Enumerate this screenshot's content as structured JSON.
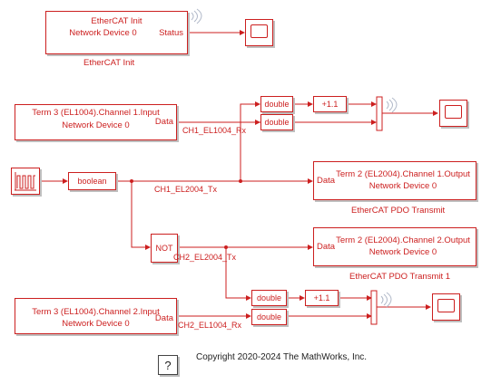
{
  "blocks": {
    "init": {
      "line1": "EtherCAT Init",
      "line2": "Network Device 0",
      "port_out": "Status",
      "caption": "EtherCAT Init"
    },
    "term3_ch1": {
      "line1": "Term 3 (EL1004).Channel 1.Input",
      "line2": "Network Device 0",
      "port_out": "Data"
    },
    "term3_ch2": {
      "line1": "Term 3 (EL1004).Channel 2.Input",
      "line2": "Network Device 0",
      "port_out": "Data"
    },
    "term2_ch1": {
      "line1": "Term 2 (EL2004).Channel 1.Output",
      "line2": "Network Device 0",
      "port_in": "Data",
      "caption": "EtherCAT PDO Transmit"
    },
    "term2_ch2": {
      "line1": "Term 2 (EL2004).Channel 2.Output",
      "line2": "Network Device 0",
      "port_in": "Data",
      "caption": "EtherCAT PDO Transmit 1"
    },
    "double_1a": "double",
    "double_1b": "double",
    "double_2a": "double",
    "double_2b": "double",
    "bias_1": "+1.1",
    "bias_2": "+1.1",
    "boolean": "boolean",
    "not": "NOT"
  },
  "signals": {
    "ch1_rx": "CH1_EL1004_Rx",
    "ch1_tx": "CH1_EL2004_Tx",
    "ch2_tx": "CH2_EL2004_Tx",
    "ch2_rx": "CH2_EL1004_Rx"
  },
  "footer": {
    "copyright": "Copyright 2020-2024 The MathWorks, Inc.",
    "help": "?"
  },
  "colors": {
    "wire": "#cc1f1f",
    "shadow": "#bfbfbf"
  }
}
